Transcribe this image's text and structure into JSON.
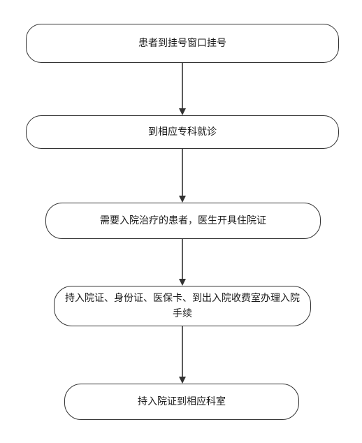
{
  "flowchart": {
    "steps": [
      {
        "label": "患者到挂号窗口挂号"
      },
      {
        "label": "到相应专科就诊"
      },
      {
        "label": "需要入院治疗的患者，医生开具住院证"
      },
      {
        "label": "持入院证、身份证、医保卡、到出入院收费室办理入院手续"
      },
      {
        "label": "持入院证到相应科室"
      }
    ]
  },
  "colors": {
    "border": "#333333",
    "text": "#1a1a1a",
    "background": "#ffffff"
  }
}
